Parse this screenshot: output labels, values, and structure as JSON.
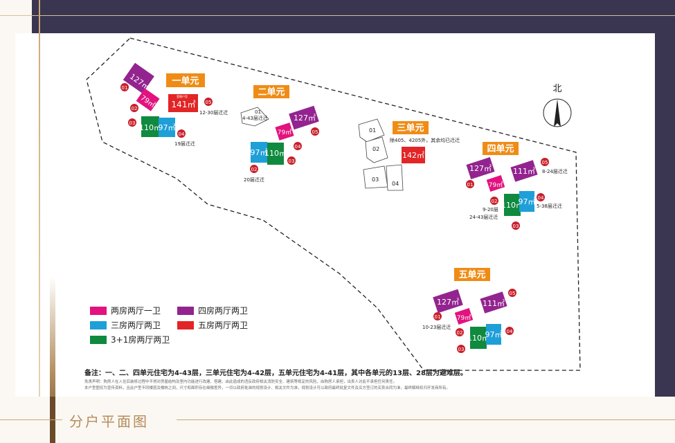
{
  "title": "分户平面图",
  "north": "北",
  "colors": {
    "pink": "#e2127e",
    "purple": "#93248f",
    "blue": "#1e9fd8",
    "red": "#e22526",
    "green": "#0f8a3e",
    "orange": "#ef8c15",
    "frame": "#3a3550",
    "gold": "#c9a874"
  },
  "legend": [
    {
      "label": "两房两厅一卫",
      "color": "#e2127e"
    },
    {
      "label": "四房两厅两卫",
      "color": "#93248f"
    },
    {
      "label": "三房两厅两卫",
      "color": "#1e9fd8"
    },
    {
      "label": "五房两厅两卫",
      "color": "#e22526"
    },
    {
      "label": "3+1房两厅两卫",
      "color": "#0f8a3e"
    }
  ],
  "units": {
    "u1": {
      "name": "一单元",
      "area_127": "127㎡",
      "area_79": "79㎡",
      "area_141": "141㎡",
      "area_110": "110㎡",
      "area_97": "97㎡",
      "n01": "01",
      "n02": "02",
      "n03": "03",
      "n04": "04",
      "n05": "05",
      "note_a": "12-30层迁迁",
      "note_b": "19层迁迁",
      "tag": "宽朝户型"
    },
    "u2": {
      "name": "二单元",
      "area_127": "127㎡",
      "area_79": "79㎡",
      "area_97": "97㎡",
      "area_110": "110㎡",
      "n01": "01",
      "n02": "02",
      "n03": "03",
      "n04": "04",
      "n05": "05",
      "label01": "01",
      "note_01": "4-43层迁迁",
      "note_b": "20层迁迁"
    },
    "u3": {
      "name": "三单元",
      "area_142": "142㎡",
      "n01": "01",
      "n02": "02",
      "n03": "03",
      "n04": "04",
      "note": "除405、4205外，其余均已迁迁"
    },
    "u4": {
      "name": "四单元",
      "area_127": "127㎡",
      "area_79": "79㎡",
      "area_111": "111㎡",
      "area_110": "110㎡",
      "area_97": "97㎡",
      "n01": "01",
      "n02": "02",
      "n03": "03",
      "n04": "04",
      "n05": "05",
      "note_a": "8-24层迁迁",
      "note_b": "9-20层",
      "note_c": "24-43层迁迁",
      "note_d": "5-38层迁迁"
    },
    "u5": {
      "name": "五单元",
      "area_127": "127㎡",
      "area_79": "79㎡",
      "area_111": "111㎡",
      "area_110": "110㎡",
      "area_97": "97㎡",
      "n01": "01",
      "n02": "02",
      "n03": "03",
      "n04": "04",
      "n05": "05",
      "note": "10-23层迁迁"
    }
  },
  "note": "备注：一、二、四单元住宅为4-43层，三单元住宅为4-42层，五单元住宅为4-41层，其中各单元的13层、28层为避难层。",
  "disclaimer1": "免责声明：购房人在入住后装修过程中不得对房屋结构及室内功能进行改建、搭建，由此造成的违反政府相关消防安全、建筑等规定的风险，由购房人承担，出卖人对此不承担任何责任。",
  "disclaimer2": "本户型图仅为宣传资料，且此户型不同楼层及楼栋之间，尺寸和面积存在细微差异，一切以政府批准的规划设计、相关文件为准，规划设计可以政府最终批复文件及买方签订的买卖合同为准，最终解释权归开发商所有。"
}
